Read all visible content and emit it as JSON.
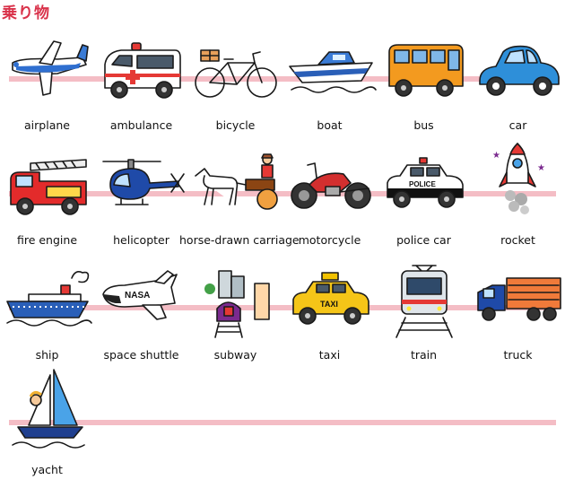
{
  "title": "乗り物",
  "items": [
    {
      "id": "airplane",
      "label": "airplane"
    },
    {
      "id": "ambulance",
      "label": "ambulance"
    },
    {
      "id": "bicycle",
      "label": "bicycle"
    },
    {
      "id": "boat",
      "label": "boat"
    },
    {
      "id": "bus",
      "label": "bus"
    },
    {
      "id": "car",
      "label": "car"
    },
    {
      "id": "fire-engine",
      "label": "fire engine"
    },
    {
      "id": "helicopter",
      "label": "helicopter"
    },
    {
      "id": "horse-drawn-carriage",
      "label": "horse-drawn carriage"
    },
    {
      "id": "motorcycle",
      "label": "motorcycle"
    },
    {
      "id": "police-car",
      "label": "police car"
    },
    {
      "id": "rocket",
      "label": "rocket"
    },
    {
      "id": "ship",
      "label": "ship"
    },
    {
      "id": "space-shuttle",
      "label": "space shuttle"
    },
    {
      "id": "subway",
      "label": "subway"
    },
    {
      "id": "taxi",
      "label": "taxi"
    },
    {
      "id": "train",
      "label": "train"
    },
    {
      "id": "truck",
      "label": "truck"
    },
    {
      "id": "yacht",
      "label": "yacht"
    }
  ],
  "signs": {
    "police": "POLICE",
    "taxi": "TAXI",
    "nasa": "NASA"
  },
  "colors": {
    "title": "#d9324a",
    "guide_line": "#f3b6bf"
  }
}
